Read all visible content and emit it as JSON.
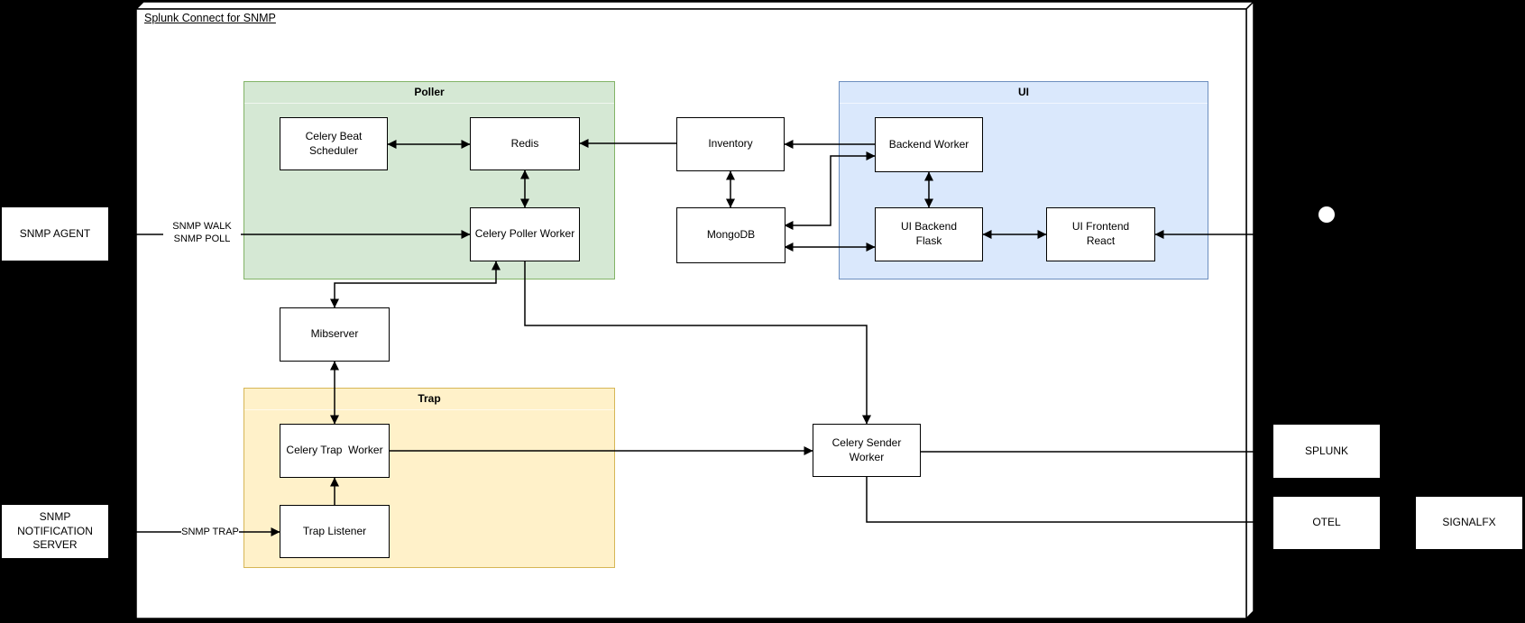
{
  "diagram": {
    "title": "Splunk Connect for SNMP"
  },
  "groups": {
    "poller": {
      "label": "Poller",
      "fill": "#d5e8d4",
      "stroke": "#82b366"
    },
    "ui": {
      "label": "UI",
      "fill": "#dae8fc",
      "stroke": "#6c8ebf"
    },
    "trap": {
      "label": "Trap",
      "fill": "#fff1c9",
      "stroke": "#d6b656"
    }
  },
  "nodes": {
    "celery_beat_scheduler": {
      "label": "Celery Beat\nScheduler"
    },
    "redis": {
      "label": "Redis"
    },
    "celery_poller_worker": {
      "label": "Celery Poller Worker"
    },
    "inventory": {
      "label": "Inventory"
    },
    "mongodb": {
      "label": "MongoDB"
    },
    "backend_worker": {
      "label": "Backend Worker"
    },
    "ui_backend_flask": {
      "label": "UI Backend\nFlask"
    },
    "ui_frontend_react": {
      "label": "UI Frontend\nReact"
    },
    "mibserver": {
      "label": "Mibserver"
    },
    "celery_trap_worker": {
      "label": "Celery Trap  Worker"
    },
    "trap_listener": {
      "label": "Trap Listener"
    },
    "celery_sender_worker": {
      "label": "Celery Sender\nWorker"
    },
    "snmp_agent": {
      "label": "SNMP AGENT"
    },
    "snmp_notification_server": {
      "label": "SNMP\nNOTIFICATION\nSERVER"
    },
    "splunk": {
      "label": "SPLUNK"
    },
    "otel": {
      "label": "OTEL"
    },
    "signalfx": {
      "label": "SIGNALFX"
    }
  },
  "edge_labels": {
    "snmp_walk": "SNMP WALK",
    "snmp_poll": "SNMP POLL",
    "snmp_trap": "SNMP TRAP"
  },
  "edges": [
    {
      "from": "celery_beat_scheduler",
      "to": "redis",
      "arrows": "both"
    },
    {
      "from": "redis",
      "to": "celery_poller_worker",
      "arrows": "both"
    },
    {
      "from": "inventory",
      "to": "redis",
      "arrows": "to"
    },
    {
      "from": "inventory",
      "to": "mongodb",
      "arrows": "both"
    },
    {
      "from": "backend_worker",
      "to": "inventory",
      "arrows": "to"
    },
    {
      "from": "backend_worker",
      "to": "mongodb",
      "arrows": "both"
    },
    {
      "from": "backend_worker",
      "to": "ui_backend_flask",
      "arrows": "both"
    },
    {
      "from": "ui_backend_flask",
      "to": "mongodb",
      "arrows": "both"
    },
    {
      "from": "ui_backend_flask",
      "to": "ui_frontend_react",
      "arrows": "both"
    },
    {
      "from": "right-edge",
      "to": "ui_frontend_react",
      "arrows": "to"
    },
    {
      "from": "snmp_agent",
      "to": "celery_poller_worker",
      "arrows": "to",
      "label": "SNMP WALK / SNMP POLL"
    },
    {
      "from": "celery_poller_worker",
      "to": "mibserver",
      "arrows": "both"
    },
    {
      "from": "mibserver",
      "to": "celery_trap_worker",
      "arrows": "both"
    },
    {
      "from": "trap_listener",
      "to": "celery_trap_worker",
      "arrows": "to"
    },
    {
      "from": "snmp_notification_server",
      "to": "trap_listener",
      "arrows": "to",
      "label": "SNMP TRAP"
    },
    {
      "from": "celery_trap_worker",
      "to": "celery_sender_worker",
      "arrows": "to"
    },
    {
      "from": "celery_poller_worker",
      "to": "celery_sender_worker",
      "arrows": "to"
    },
    {
      "from": "celery_sender_worker",
      "to": "splunk",
      "arrows": "none-visible"
    },
    {
      "from": "celery_sender_worker",
      "to": "otel",
      "arrows": "none-visible"
    }
  ],
  "colors": {
    "background": "#000000",
    "canvas": "#ffffff",
    "connector": "#000000",
    "node_fill": "#ffffff",
    "node_stroke": "#000000",
    "dot": "#ffffff"
  }
}
